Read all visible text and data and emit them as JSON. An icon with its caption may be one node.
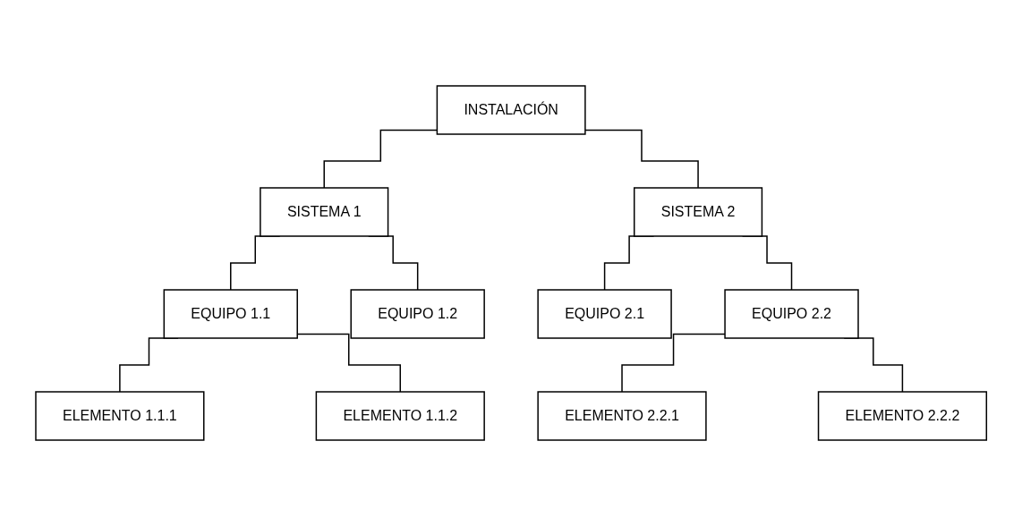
{
  "diagram": {
    "nodes": [
      {
        "text": [
          "INSTALACIÓN"
        ]
      },
      {
        "text": [
          "SISTEMA 1"
        ]
      },
      {
        "text": [
          "SISTEMA 2"
        ]
      },
      {
        "text": [
          "EQUIPO 1.1"
        ]
      },
      {
        "text": [
          "EQUIPO 1.2"
        ]
      },
      {
        "text": [
          "EQUIPO 2.1"
        ]
      },
      {
        "text": [
          "EQUIPO 2.2"
        ]
      },
      {
        "text": [
          "ELEMENTO 1.1.1"
        ]
      },
      {
        "text": [
          "ELEMENTO 1.1.2"
        ]
      },
      {
        "text": [
          "ELEMENTO 2.2.1"
        ]
      },
      {
        "text": [
          "ELEMENTO 2.2.2"
        ]
      }
    ],
    "edges": [
      {
        "from": 0,
        "to": 1,
        "arrow": "none"
      },
      {
        "from": 0,
        "to": 2,
        "arrow": "none"
      },
      {
        "from": 1,
        "to": 3,
        "arrow": "none"
      },
      {
        "from": 1,
        "to": 4,
        "arrow": "none"
      },
      {
        "from": 2,
        "to": 5,
        "arrow": "none"
      },
      {
        "from": 2,
        "to": 6,
        "arrow": "none"
      },
      {
        "from": 3,
        "to": 7,
        "arrow": "none"
      },
      {
        "from": 3,
        "to": 8,
        "arrow": "none"
      },
      {
        "from": 6,
        "to": 9,
        "arrow": "none"
      },
      {
        "from": 6,
        "to": 10,
        "arrow": "none"
      }
    ]
  }
}
